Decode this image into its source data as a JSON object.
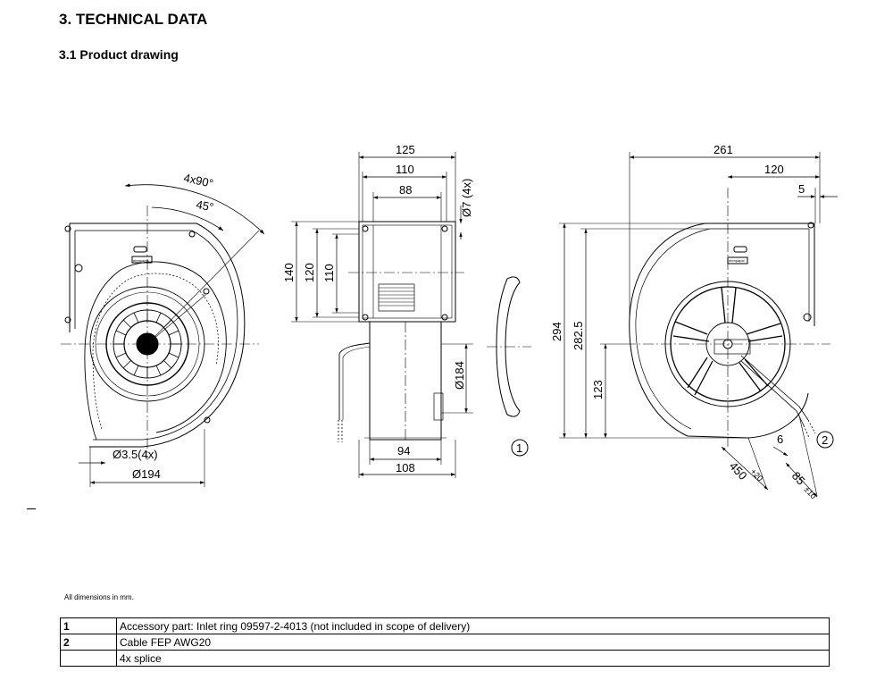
{
  "header": {
    "section_title": "3. TECHNICAL DATA",
    "subsection_title": "3.1 Product drawing"
  },
  "drawing": {
    "front_view": {
      "dims": {
        "angle_total": "4x90°",
        "angle_45": "45°",
        "hole_dia": "Ø3.5(4x)",
        "outer_dia": "Ø194"
      },
      "label_plate": "ebmpapst"
    },
    "side_view": {
      "dims": {
        "w125": "125",
        "w110": "110",
        "w88": "88",
        "hole7": "Ø7 (4x)",
        "h140": "140",
        "h120": "120",
        "h110": "110",
        "inlet_dia": "Ø184",
        "w94": "94",
        "w108": "108"
      }
    },
    "inlet_ring": {
      "callout": "1"
    },
    "back_view": {
      "dims": {
        "w261": "261",
        "w120": "120",
        "w5": "5",
        "h294": "294",
        "h282_5": "282.5",
        "h123": "123",
        "d6": "6",
        "d450": "450",
        "d450_tol": "+20",
        "d85": "85",
        "d85_tol": "±10"
      },
      "callout": "2",
      "label_plate": "ebmpapst"
    }
  },
  "note": "All dimensions in mm.",
  "legend": {
    "rows": [
      {
        "num": "1",
        "text": "Accessory part: Inlet ring 09597-2-4013 (not included in scope of delivery)"
      },
      {
        "num": "2",
        "text": "Cable FEP AWG20"
      },
      {
        "num": "",
        "text": "4x splice"
      }
    ]
  }
}
